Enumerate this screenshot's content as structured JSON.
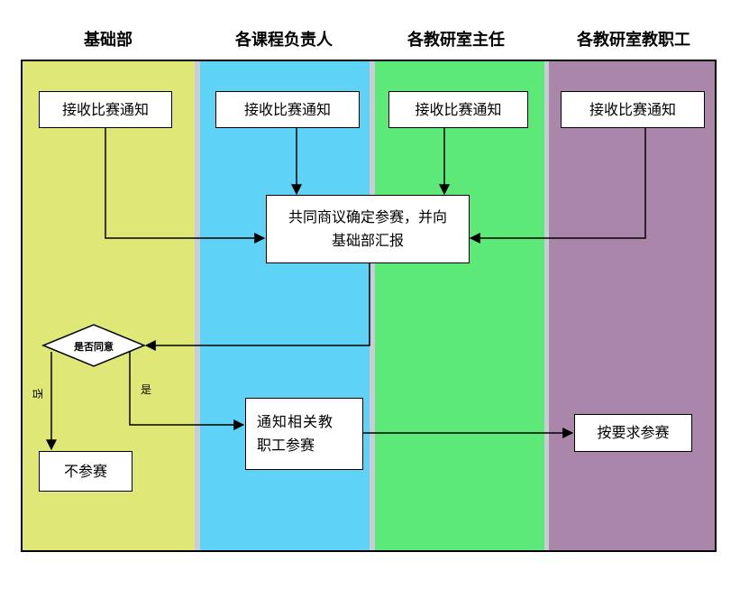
{
  "lanes": [
    {
      "title": "基础部",
      "color": "#dfe876"
    },
    {
      "title": "各课程负责人",
      "color": "#5fd3f5"
    },
    {
      "title": "各教研室主任",
      "color": "#5de978"
    },
    {
      "title": "各教研室教职工",
      "color": "#aa87aa"
    }
  ],
  "nodes": {
    "receive_1": "接收比赛通知",
    "receive_2": "接收比赛通知",
    "receive_3": "接收比赛通知",
    "receive_4": "接收比赛通知",
    "discuss_line1": "共同商议确定参赛，并向",
    "discuss_line2": "基础部汇报",
    "decision": "是否同意",
    "no_entry": "不参赛",
    "notify_line1": "通知相关教",
    "notify_line2": "职工参赛",
    "participate": "按要求参赛"
  },
  "edge_labels": {
    "no": "否",
    "yes": "是"
  }
}
